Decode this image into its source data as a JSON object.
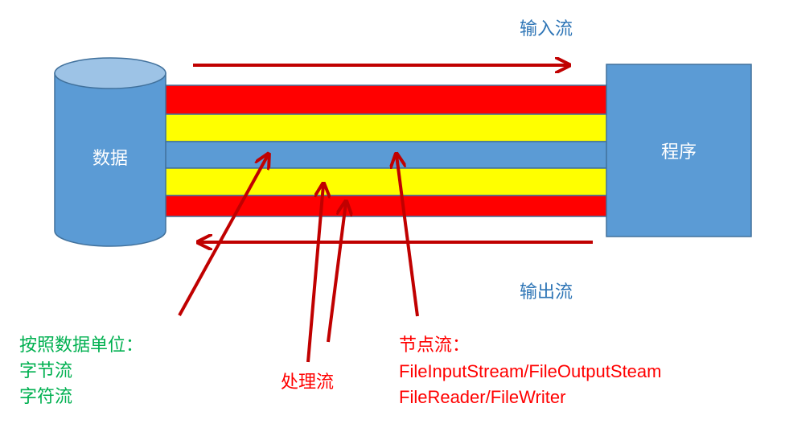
{
  "nodes": {
    "data": "数据",
    "program": "程序"
  },
  "flows": {
    "input": "输入流",
    "output": "输出流"
  },
  "annotations": {
    "classify_by_unit": {
      "title": "按照数据单位：",
      "lines": [
        "字节流",
        "字符流"
      ]
    },
    "processing": "处理流",
    "node_stream": {
      "title": "节点流：",
      "lines": [
        "FileInputStream/FileOutputSteam",
        "FileReader/FileWriter"
      ]
    }
  },
  "colors": {
    "stripe_red": "#FF0000",
    "stripe_yellow": "#FFFF00",
    "stripe_blue": "#5B9BD5",
    "arrow_red": "#C00000",
    "label_blue": "#2E75B6",
    "label_green": "#00B050",
    "label_red": "#FF0000",
    "text_white": "#FFFFFF"
  }
}
